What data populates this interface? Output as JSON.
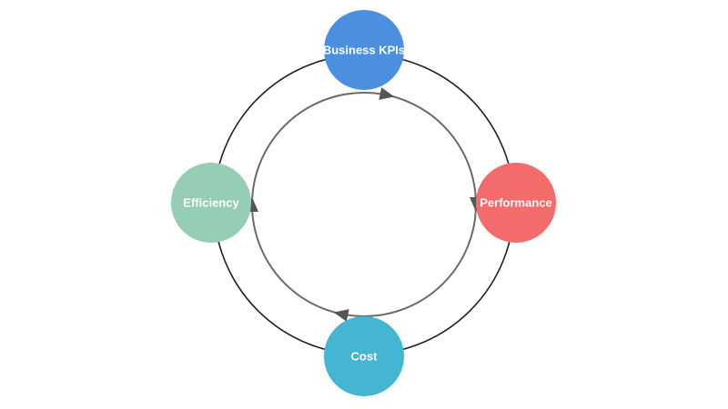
{
  "diagram": {
    "nodes": [
      {
        "id": "business-kpis",
        "label": "Business KPIs",
        "color": "#4A8FE0"
      },
      {
        "id": "performance",
        "label": "Performance",
        "color": "#F46B6B"
      },
      {
        "id": "cost",
        "label": "Cost",
        "color": "#45B6D1"
      },
      {
        "id": "efficiency",
        "label": "Efficiency",
        "color": "#96CDB5"
      }
    ],
    "cycle_order": [
      "business-kpis",
      "performance",
      "cost",
      "efficiency"
    ],
    "outer_ring_color": "#1f1f1f",
    "inner_ring_color": "#6a6a6a",
    "arrow_color": "#555555"
  }
}
